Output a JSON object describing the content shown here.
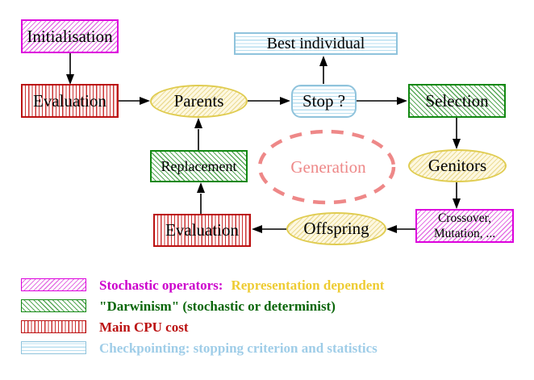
{
  "figure": {
    "type": "flowchart",
    "background": "#ffffff"
  },
  "colors": {
    "magenta_border": "#dd00dd",
    "magenta_hatch": "#e473e4",
    "green_border": "#118811",
    "green_hatch": "#58a858",
    "red_border": "#bb1111",
    "red_stripe": "#cc3333",
    "cyan_border": "#8fc3dc",
    "cyan_stripe": "#b8dff0",
    "yellow_border": "#e0cc50",
    "yellow_hatch": "#ecdc96",
    "salmon": "#ee8888",
    "arrow": "#000000",
    "legend_magenta_text": "#cc00cc",
    "legend_yellow_text": "#eecc33",
    "legend_green_text": "#0a660a",
    "legend_red_text": "#bb1111",
    "legend_cyan_text": "#9fcde8"
  },
  "nodes": {
    "initialisation": {
      "label": "Initialisation",
      "style": "magenta-hatch"
    },
    "evaluation_top": {
      "label": "Evaluation",
      "style": "red-stripes"
    },
    "parents": {
      "label": "Parents",
      "style": "yellow-ellipse"
    },
    "best_individual": {
      "label": "Best individual",
      "style": "cyan-stripes"
    },
    "stop": {
      "label": "Stop ?",
      "style": "cyan-stripes-rounded"
    },
    "selection": {
      "label": "Selection",
      "style": "green-hatch"
    },
    "genitors": {
      "label": "Genitors",
      "style": "yellow-ellipse"
    },
    "crossover_mutation": {
      "line1": "Crossover,",
      "line2": "Mutation, ...",
      "style": "magenta-hatch"
    },
    "offspring": {
      "label": "Offspring",
      "style": "yellow-ellipse"
    },
    "evaluation_bottom": {
      "label": "Evaluation",
      "style": "red-stripes"
    },
    "replacement": {
      "label": "Replacement",
      "style": "green-hatch"
    },
    "generation": {
      "label": "Generation",
      "style": "salmon-dashed-ellipse"
    }
  },
  "edges": [
    {
      "from": "initialisation",
      "to": "evaluation_top"
    },
    {
      "from": "evaluation_top",
      "to": "parents"
    },
    {
      "from": "parents",
      "to": "stop"
    },
    {
      "from": "stop",
      "to": "best_individual"
    },
    {
      "from": "stop",
      "to": "selection"
    },
    {
      "from": "selection",
      "to": "genitors"
    },
    {
      "from": "genitors",
      "to": "crossover_mutation"
    },
    {
      "from": "crossover_mutation",
      "to": "offspring"
    },
    {
      "from": "offspring",
      "to": "evaluation_bottom"
    },
    {
      "from": "evaluation_bottom",
      "to": "replacement"
    },
    {
      "from": "replacement",
      "to": "parents"
    }
  ],
  "legend": {
    "items": [
      {
        "swatch": "magenta-hatch-swatch",
        "text": "Stochastic operators:",
        "text2": "Representation dependent"
      },
      {
        "swatch": "green-hatch-swatch",
        "text": "\"Darwinism\" (stochastic or determinist)",
        "text2": ""
      },
      {
        "swatch": "red-stripes-swatch",
        "text": "Main CPU cost",
        "text2": ""
      },
      {
        "swatch": "cyan-stripes-swatch",
        "text": "Checkpointing: stopping criterion and statistics",
        "text2": ""
      }
    ]
  }
}
